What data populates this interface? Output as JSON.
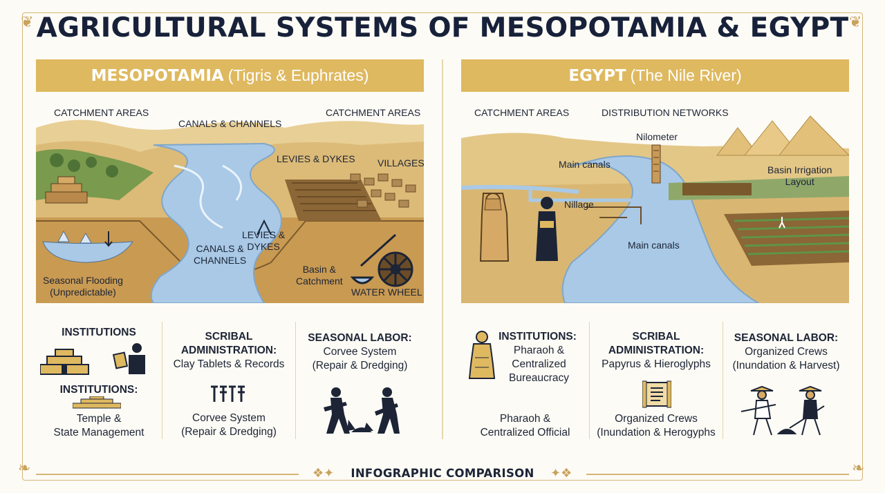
{
  "title": "AGRICULTURAL SYSTEMS OF MESOPOTAMIA & EGYPT",
  "mesopotamia": {
    "header_bold": "MESOPOTAMIA",
    "header_rest": "(Tigris & Euphrates)",
    "labels": {
      "catchment_left": "CATCHMENT AREAS",
      "catchment_right": "CATCHMENT AREAS",
      "canals_top": "CANALS & CHANNELS",
      "levies_top": "LEVIES & DYKES",
      "villages": "VILLAGES",
      "levies_mid": "LEVIES &\nDYKES",
      "canals_mid": "CANALS &\nCHANNELS",
      "flooding": "Seasonal Flooding\n(Unpredictable)",
      "basin": "Basin &\nCatchment",
      "water_wheel": "WATER WHEEL"
    },
    "cards": [
      {
        "top": "INSTITUTIONS",
        "mid": "INSTITUTIONS:",
        "bottom": "Temple &\nState Management"
      },
      {
        "top": "SCRIBAL\nADMINISTRATION:",
        "sub": "Clay Tablets & Records",
        "bottom": "Corvee System\n(Repair & Dredging)"
      },
      {
        "top": "SEASONAL LABOR:",
        "sub": "Corvee System\n(Repair & Dredging)"
      }
    ]
  },
  "egypt": {
    "header_bold": "EGYPT",
    "header_rest": "(The Nile River)",
    "labels": {
      "catchment": "CATCHMENT AREAS",
      "distribution": "DISTRIBUTION NETWORKS",
      "nilometer": "Nilometer",
      "main_canals_top": "Main canals",
      "basin_layout": "Basin Irrigation\nLayout",
      "nillage": "Nillage",
      "main_canals_mid": "Main canals"
    },
    "cards": [
      {
        "top": "INSTITUTIONS:",
        "sub": "Pharaoh &\nCentralized\nBureaucracy",
        "bottom": "Pharaoh &\nCentralized Official"
      },
      {
        "top": "SCRIBAL\nADMINISTRATION:",
        "sub": "Papyrus & Hieroglyphs",
        "bottom": "Organized Crews\n(Inundation & Herogyphs"
      },
      {
        "top": "SEASONAL LABOR:",
        "sub": "Organized Crews\n(Inundation & Harvest)"
      }
    ]
  },
  "footer": "INFOGRAPHIC COMPARISON",
  "colors": {
    "gold": "#dfb960",
    "water": "#a9c9e6",
    "sand": "#d9b772",
    "ink": "#1c2436"
  },
  "icons": [
    "ziggurat-icon",
    "scribe-icon",
    "cuneiform-icon",
    "laborers-icon",
    "pharaoh-statue-icon",
    "papyrus-scroll-icon",
    "water-wheel-icon",
    "nilometer-icon",
    "pyramids-icon"
  ]
}
